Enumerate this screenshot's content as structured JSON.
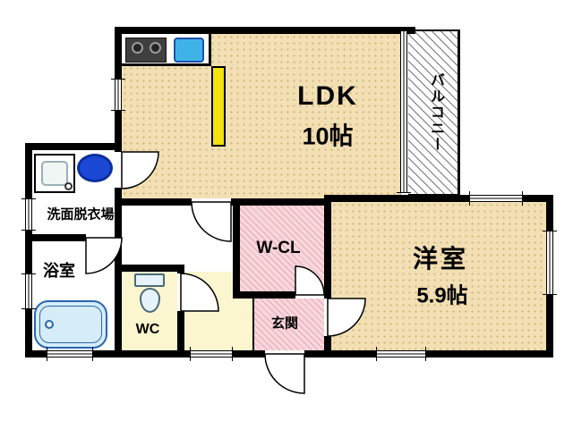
{
  "rooms": {
    "ldk": {
      "name": "LDK",
      "size": "10帖"
    },
    "western": {
      "name": "洋室",
      "size": "5.9帖"
    },
    "balcony": {
      "name": "バルコニー"
    },
    "washroom": {
      "name": "洗面脱衣場"
    },
    "bath": {
      "name": "浴室"
    },
    "wc": {
      "name": "WC"
    },
    "closet": {
      "name": "W-CL"
    },
    "entrance": {
      "name": "玄関"
    }
  },
  "fixtures": {
    "kitchen": [
      "gas-stove",
      "kitchen-sink",
      "counter",
      "counter-partition"
    ],
    "washroom": [
      "washing-machine-pan",
      "vanity-sink"
    ],
    "bath": [
      "bathtub"
    ],
    "wc": [
      "toilet"
    ]
  },
  "colors": {
    "wall": "#000000",
    "tatami_floor": "#f2dfb3",
    "tatami_dot": "#cdb07c",
    "pink_floor": "#f7d7dc",
    "pink_hatch": "#eaa9b5",
    "hall_floor": "#fbf6cf",
    "partition_yellow": "#f3e20c",
    "vanity_blue": "#1b49d6",
    "kitchen_sink_blue": "#3fb3e8",
    "tub_fill": "#d6ecf8",
    "tub_line": "#2a66ae",
    "stove_gray": "#3f3f3f",
    "balcony_hatch": "#777777"
  }
}
